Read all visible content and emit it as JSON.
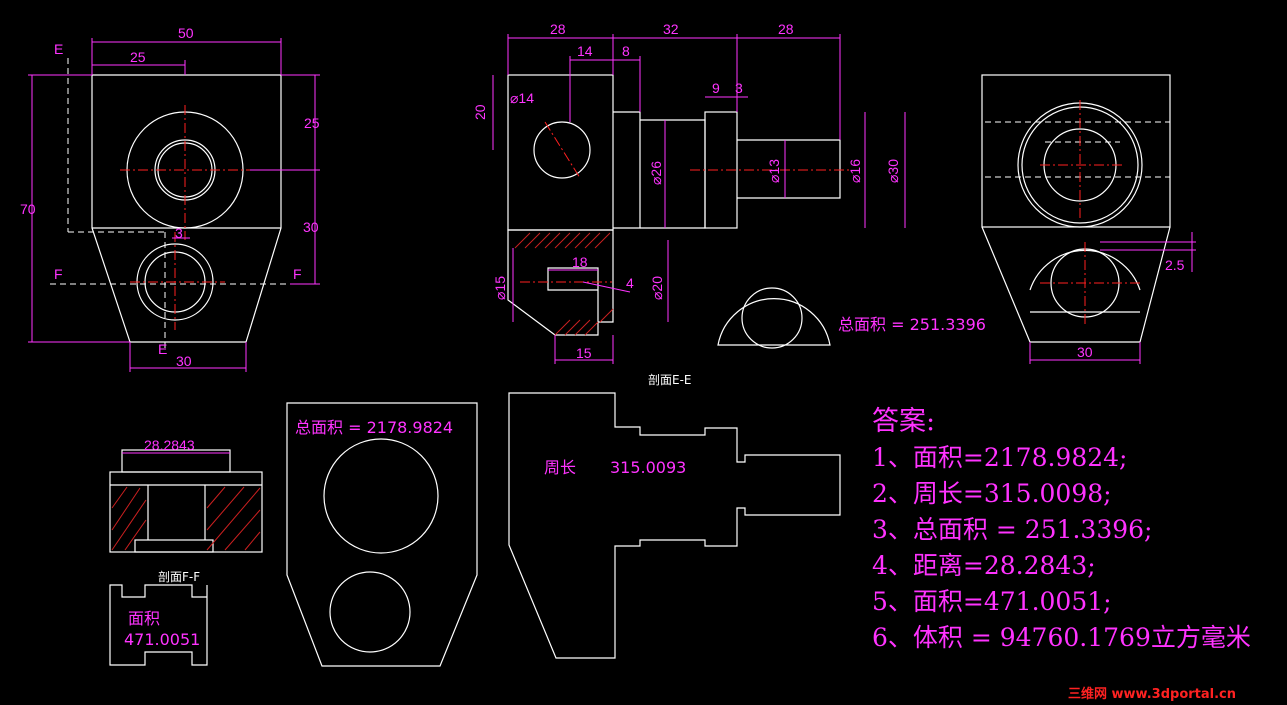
{
  "colors": {
    "outline": "#ffffff",
    "dimension": "#ff33ff",
    "center": "#ff2020",
    "hatch": "#cc2020",
    "background": "#000000"
  },
  "view1": {
    "dims": {
      "d50": "50",
      "d25w": "25",
      "d25h": "25",
      "d30h": "30",
      "d70": "70",
      "d3": "3",
      "d30b": "30"
    },
    "markers": {
      "e_top": "E",
      "e_bottom": "E",
      "f_left": "F",
      "f_right": "F"
    }
  },
  "view2": {
    "dims": {
      "d28a": "28",
      "d32": "32",
      "d28b": "28",
      "d14": "14",
      "d8": "8",
      "d20": "20",
      "phi14": "⌀14",
      "d9": "9",
      "d3": "3",
      "phi26": "⌀26",
      "phi13": "⌀13",
      "phi16": "⌀16",
      "phi30": "⌀30",
      "d18": "18",
      "phi15": "⌀15",
      "d4": "4",
      "phi20": "⌀20",
      "d15": "15"
    },
    "section_label": "剖面E-E"
  },
  "view3": {
    "dims": {
      "d2_5": "2.5",
      "d30": "30"
    }
  },
  "half_disc": {
    "label": "总面积 = 251.3396"
  },
  "section_ff": {
    "dim": "28.2843",
    "label": "剖面F-F"
  },
  "small_part": {
    "label1": "面积",
    "label2": "471.0051"
  },
  "plate": {
    "label": "总面积 = 2178.9824"
  },
  "shaft_profile": {
    "label1": "周长",
    "label2": "315.0093"
  },
  "answers": {
    "title": "答案:",
    "items": [
      "1、面积=2178.9824;",
      "2、周长=315.0098;",
      "3、总面积 = 251.3396;",
      "4、距离=28.2843;",
      "5、面积=471.0051;",
      "6、体积 = 94760.1769立方毫米"
    ]
  },
  "watermark": "三维网 www.3dportal.cn"
}
